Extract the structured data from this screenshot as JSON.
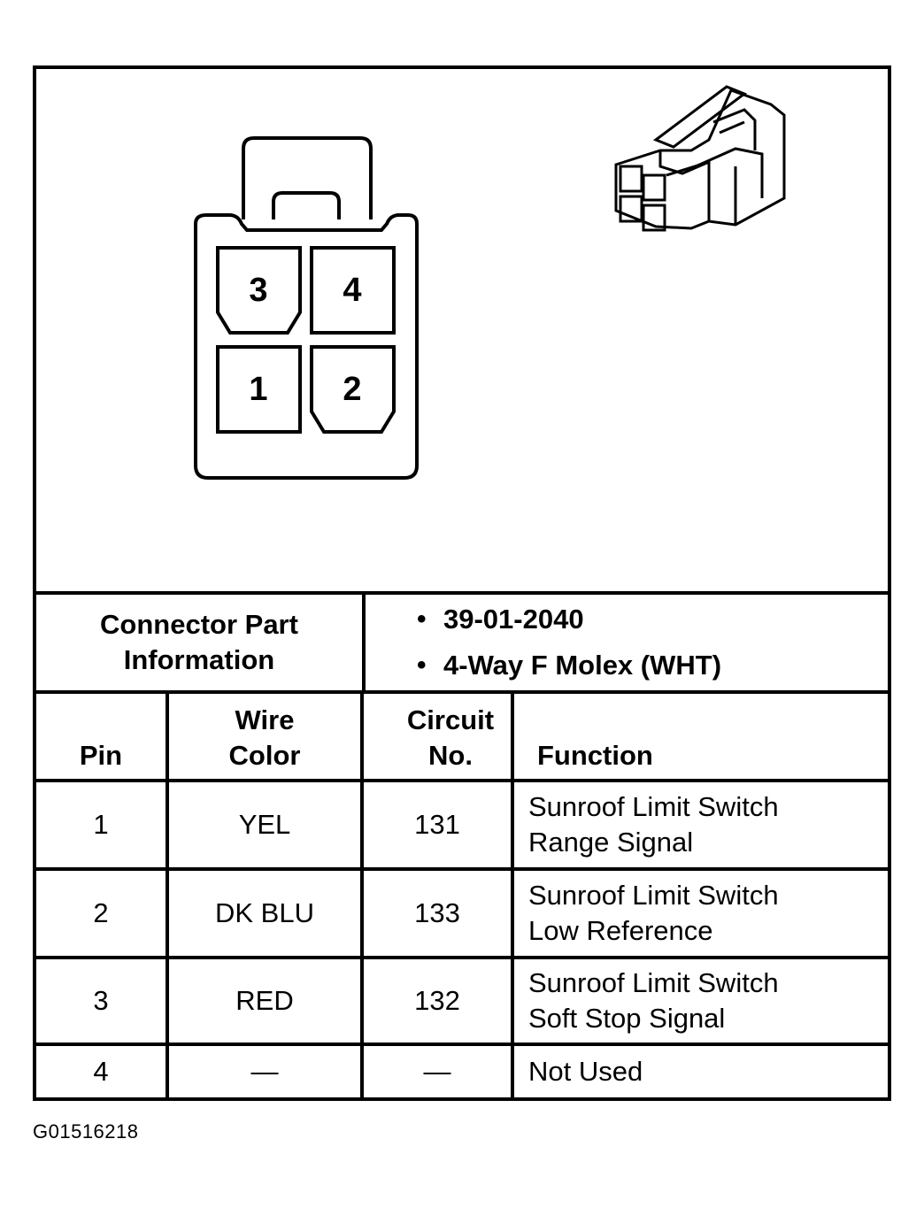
{
  "connector": {
    "pins": [
      "3",
      "4",
      "1",
      "2"
    ]
  },
  "part_info": {
    "label_line1": "Connector Part",
    "label_line2": "Information",
    "items": [
      "39-01-2040",
      "4-Way F Molex (WHT)"
    ]
  },
  "table": {
    "headers": {
      "pin": "Pin",
      "wire_line1": "Wire",
      "wire_line2": "Color",
      "circuit_line1": "Circuit",
      "circuit_line2": "No.",
      "function": "Function"
    },
    "rows": [
      {
        "pin": "1",
        "wire": "YEL",
        "circuit": "131",
        "function_line1": "Sunroof Limit Switch",
        "function_line2": "Range Signal"
      },
      {
        "pin": "2",
        "wire": "DK BLU",
        "circuit": "133",
        "function_line1": "Sunroof Limit Switch",
        "function_line2": "Low Reference"
      },
      {
        "pin": "3",
        "wire": "RED",
        "circuit": "132",
        "function_line1": "Sunroof Limit Switch",
        "function_line2": "Soft Stop Signal"
      },
      {
        "pin": "4",
        "wire": "—",
        "circuit": "—",
        "function_line1": "Not Used",
        "function_line2": ""
      }
    ]
  },
  "figure_id": "G01516218"
}
